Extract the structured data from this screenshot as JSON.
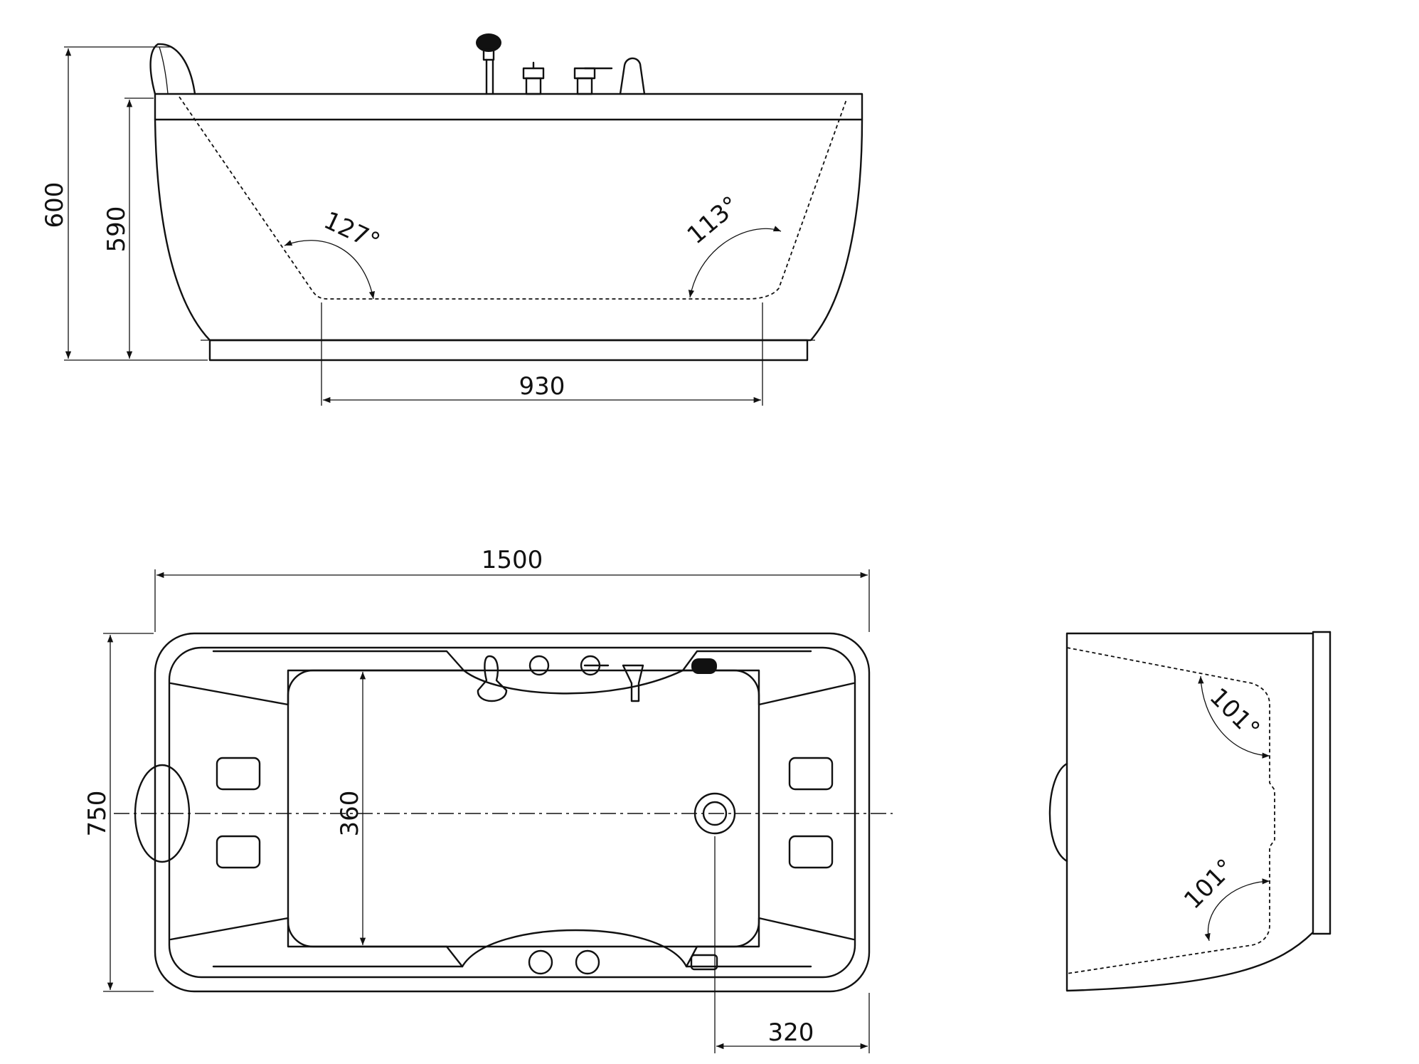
{
  "dimensions": {
    "overall_height": "600",
    "inner_height": "590",
    "bottom_length": "930",
    "overall_length": "1500",
    "overall_width": "750",
    "seat_width": "360",
    "drain_offset": "320"
  },
  "angles": {
    "side_left": "127°",
    "side_right": "113°",
    "end_top": "101°",
    "end_bottom": "101°"
  },
  "colors": {
    "line": "#111111",
    "background": "#ffffff"
  }
}
